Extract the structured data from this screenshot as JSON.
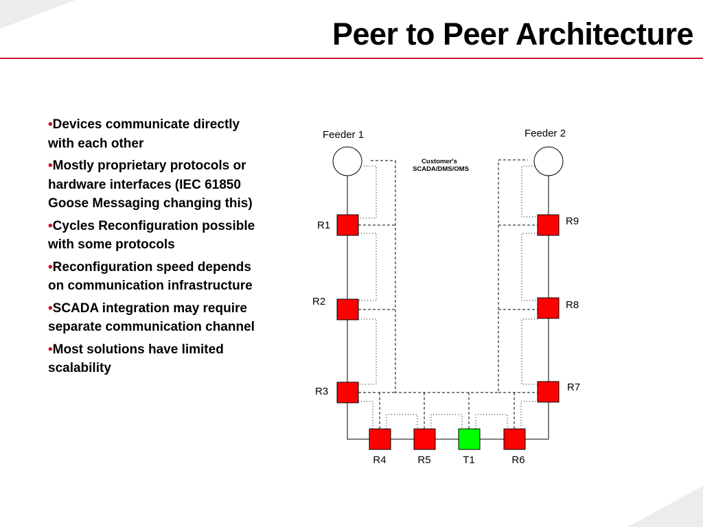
{
  "slide": {
    "title": "Peer to Peer Architecture",
    "bullets": [
      "Devices communicate directly with each other",
      "Mostly proprietary protocols or hardware interfaces (IEC 61850 Goose Messaging changing this)",
      "Cycles Reconfiguration possible with some protocols",
      "Reconfiguration speed depends on communication infrastructure",
      "SCADA integration may require separate communication channel",
      "Most solutions have limited scalability"
    ]
  },
  "diagram": {
    "feeders": [
      {
        "id": "feeder-1",
        "label": "Feeder 1"
      },
      {
        "id": "feeder-2",
        "label": "Feeder 2"
      }
    ],
    "scada_label_line1": "Customer's",
    "scada_label_line2": "SCADA/DMS/OMS",
    "devices": [
      {
        "id": "R1",
        "label": "R1",
        "color": "#ff0000"
      },
      {
        "id": "R2",
        "label": "R2",
        "color": "#ff0000"
      },
      {
        "id": "R3",
        "label": "R3",
        "color": "#ff0000"
      },
      {
        "id": "R4",
        "label": "R4",
        "color": "#ff0000"
      },
      {
        "id": "R5",
        "label": "R5",
        "color": "#ff0000"
      },
      {
        "id": "T1",
        "label": "T1",
        "color": "#00ff00"
      },
      {
        "id": "R6",
        "label": "R6",
        "color": "#ff0000"
      },
      {
        "id": "R7",
        "label": "R7",
        "color": "#ff0000"
      },
      {
        "id": "R8",
        "label": "R8",
        "color": "#ff0000"
      },
      {
        "id": "R9",
        "label": "R9",
        "color": "#ff0000"
      }
    ]
  },
  "colors": {
    "accent": "#c8102e"
  }
}
